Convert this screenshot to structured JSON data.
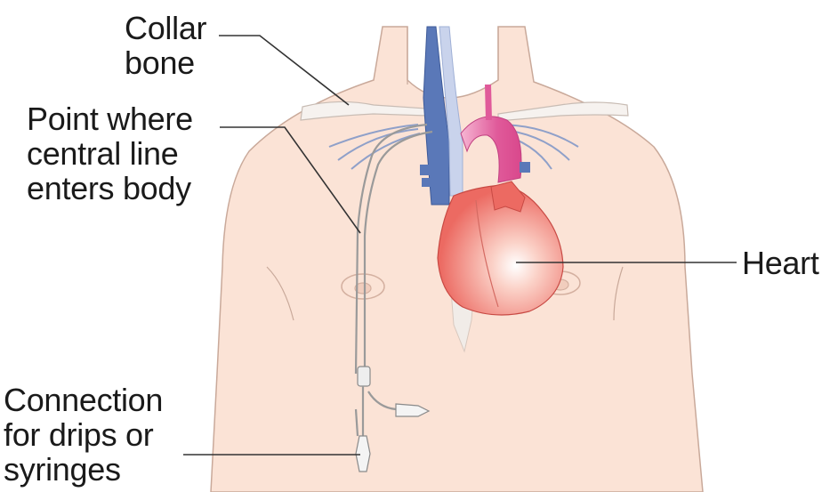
{
  "labels": {
    "collar_bone": [
      "Collar",
      "bone"
    ],
    "entry_point": [
      "Point where",
      "central line",
      "enters body"
    ],
    "heart": [
      "Heart"
    ],
    "connection": [
      "Connection",
      "for drips or",
      "syringes"
    ]
  },
  "colors": {
    "skin": "#fbe3d6",
    "skin_outline": "#c9a99a",
    "collar_bone": "#f6f2ef",
    "vein_blue": "#5a78b8",
    "vein_light": "#c9d3ec",
    "artery_pink": "#e05a9a",
    "heart_red": "#ec6a62",
    "heart_light": "#f9c2b6",
    "tube": "#9a9a9a",
    "leader_line": "#333333"
  }
}
